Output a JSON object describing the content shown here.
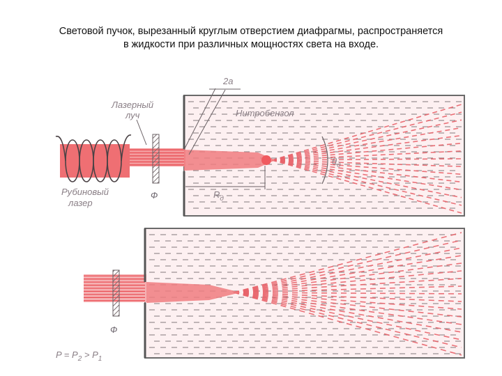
{
  "caption": {
    "line1": "Световой пучок, вырезанный круглым отверстием диафрагмы, распространяется",
    "line2": "в жидкости при различных мощностях света на входе."
  },
  "diagram_top": {
    "aperture_label": "2a",
    "liquid_label": "Нитробензол",
    "beam_label_line1": "Лазерный",
    "beam_label_line2": "луч",
    "laser_label_line1": "Рубиновый",
    "laser_label_line2": "лазер",
    "filter_label": "Ф",
    "distance_label": "R",
    "distance_sub": "д",
    "angle_label": "θ",
    "angle_sub": "д"
  },
  "diagram_bottom": {
    "filter_label": "Ф",
    "power_prefix": "P = P",
    "power_sub1": "2",
    "power_mid": " > P",
    "power_sub2": "1"
  },
  "colors": {
    "beam": "#f0555a",
    "laser_body": "#ee6a6e",
    "dash": "#e8636a",
    "liquid": "#fdf0f1",
    "tank_stroke": "#6a6a6a",
    "label": "#8a7f86"
  }
}
